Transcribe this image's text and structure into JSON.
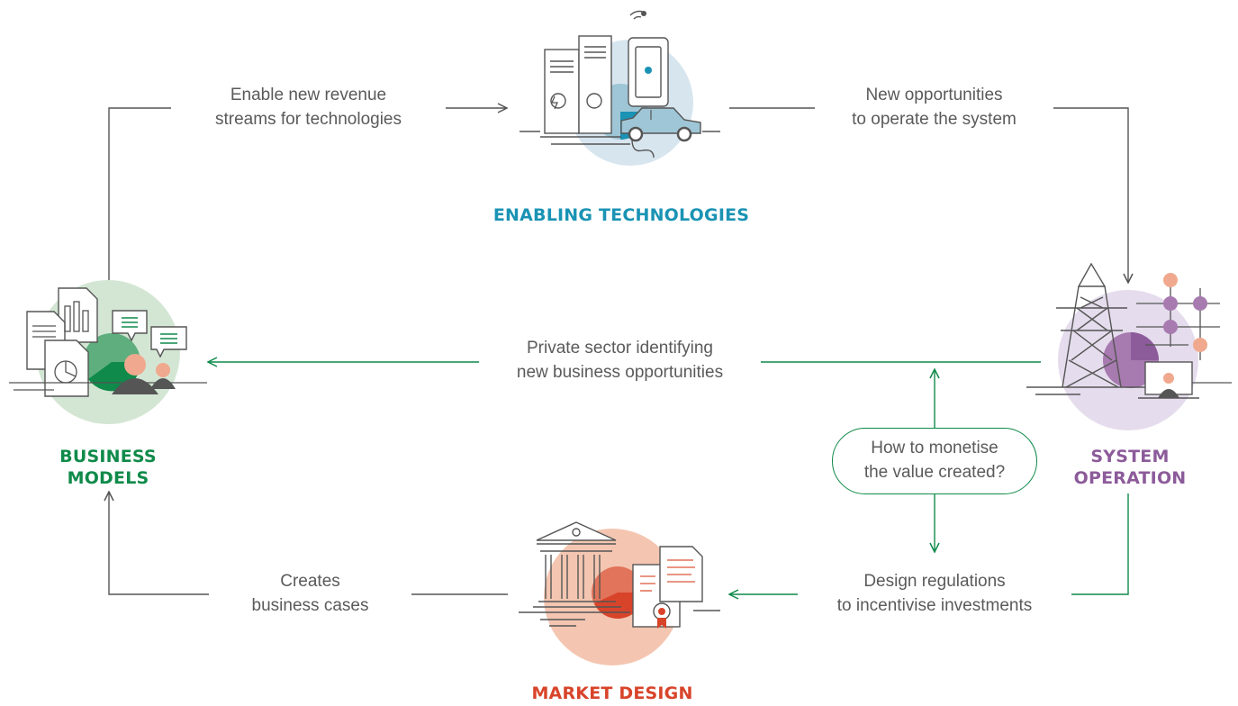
{
  "nodes": {
    "enabling_technologies": {
      "title": "ENABLING TECHNOLOGIES",
      "color": "#1a93b4"
    },
    "system_operation": {
      "title_line1": "SYSTEM",
      "title_line2": "OPERATION",
      "color": "#8c5b9a"
    },
    "market_design": {
      "title": "MARKET DESIGN",
      "color": "#d8442a"
    },
    "business_models": {
      "title_line1": "BUSINESS",
      "title_line2": "MODELS",
      "color": "#0f8a4a"
    }
  },
  "edges": {
    "revenue_streams": {
      "line1": "Enable new revenue",
      "line2": "streams for technologies"
    },
    "new_opportunities": {
      "line1": "New opportunities",
      "line2": "to operate the system"
    },
    "private_sector": {
      "line1": "Private sector identifying",
      "line2": "new business opportunities"
    },
    "design_regulations": {
      "line1": "Design regulations",
      "line2": "to incentivise investments"
    },
    "business_cases": {
      "line1": "Creates",
      "line2": "business cases"
    }
  },
  "question": {
    "line1": "How to monetise",
    "line2": "the value created?"
  },
  "colors": {
    "green": "#0f8a4a",
    "grey": "#555555",
    "text": "#5a5a5a"
  }
}
